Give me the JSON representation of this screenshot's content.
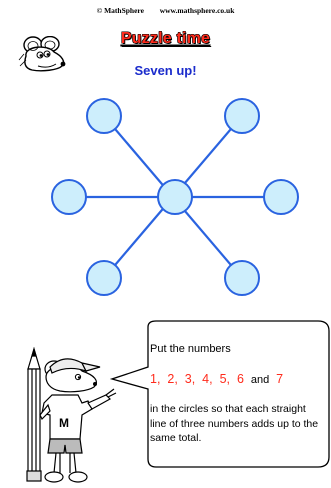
{
  "header": {
    "copyright": "© MathSphere",
    "website": "www.mathsphere.co.uk"
  },
  "title": "Puzzle time",
  "subtitle": "Seven up!",
  "colors": {
    "title_red": "#ff2b1c",
    "subtitle_blue": "#1a2bcc",
    "circle_fill": "#cdeefc",
    "line_blue": "#2a63e0"
  },
  "puzzle": {
    "circle_count": 7,
    "line_count": 3
  },
  "instructions": {
    "line1": "Put the numbers",
    "numbers": [
      "1,",
      "2,",
      "3,",
      "4,",
      "5,",
      "6"
    ],
    "and_word": "and",
    "last_number": "7",
    "line3": "in the circles so that each straight line of three numbers adds up to the same total."
  },
  "icons": {
    "head": "mouse-head-icon",
    "figure": "mouse-with-pencil-icon",
    "bubble": "speech-bubble-icon"
  }
}
